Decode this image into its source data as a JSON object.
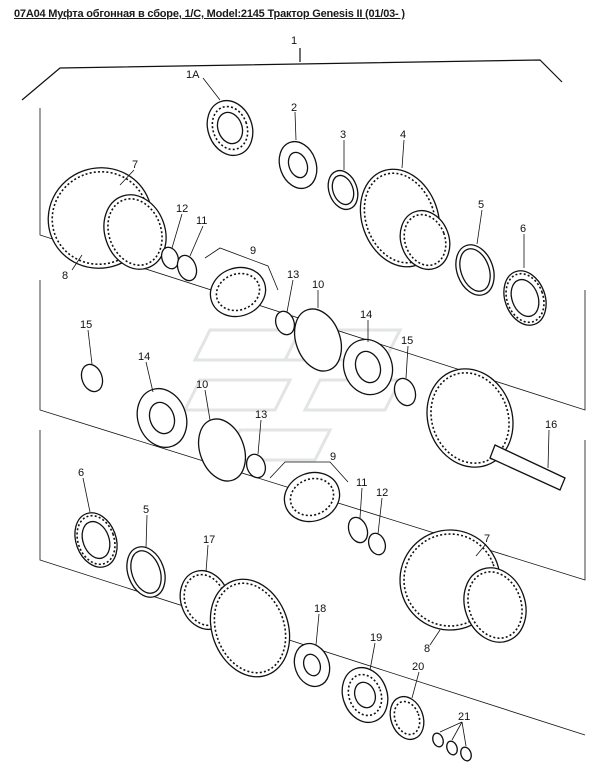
{
  "title": "07A04 Муфта обгонная в сборе, 1/С, Model:2145 Трактор Genesis II (01/03- )",
  "callouts": [
    {
      "id": "c1",
      "text": "1"
    },
    {
      "id": "c1a",
      "text": "1A"
    },
    {
      "id": "c2",
      "text": "2"
    },
    {
      "id": "c3",
      "text": "3"
    },
    {
      "id": "c4",
      "text": "4"
    },
    {
      "id": "c5a",
      "text": "5"
    },
    {
      "id": "c6a",
      "text": "6"
    },
    {
      "id": "c7a",
      "text": "7"
    },
    {
      "id": "c8a",
      "text": "8"
    },
    {
      "id": "c12a",
      "text": "12"
    },
    {
      "id": "c11a",
      "text": "11"
    },
    {
      "id": "c9a",
      "text": "9"
    },
    {
      "id": "c13a",
      "text": "13"
    },
    {
      "id": "c10a",
      "text": "10"
    },
    {
      "id": "c14a",
      "text": "14"
    },
    {
      "id": "c15a",
      "text": "15"
    },
    {
      "id": "c15b",
      "text": "15"
    },
    {
      "id": "c14b",
      "text": "14"
    },
    {
      "id": "c10b",
      "text": "10"
    },
    {
      "id": "c13b",
      "text": "13"
    },
    {
      "id": "c9b",
      "text": "9"
    },
    {
      "id": "c16",
      "text": "16"
    },
    {
      "id": "c11b",
      "text": "11"
    },
    {
      "id": "c12b",
      "text": "12"
    },
    {
      "id": "c7b",
      "text": "7"
    },
    {
      "id": "c8b",
      "text": "8"
    },
    {
      "id": "c6b",
      "text": "6"
    },
    {
      "id": "c5b",
      "text": "5"
    },
    {
      "id": "c17",
      "text": "17"
    },
    {
      "id": "c18",
      "text": "18"
    },
    {
      "id": "c19",
      "text": "19"
    },
    {
      "id": "c20",
      "text": "20"
    },
    {
      "id": "c21",
      "text": "21"
    }
  ]
}
